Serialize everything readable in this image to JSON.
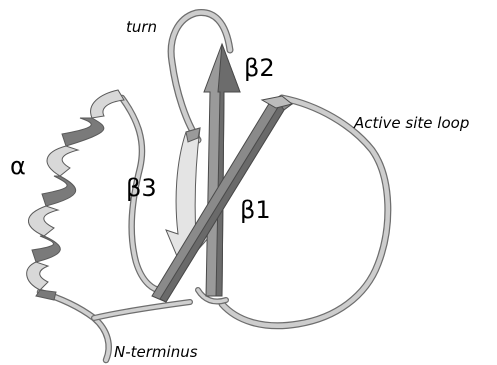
{
  "labels": {
    "turn": "turn",
    "beta2": "β2",
    "active_site_loop": "Active site loop",
    "alpha": "α",
    "beta3": "β3",
    "beta1": "β1",
    "n_terminus": "N-terminus"
  },
  "colors": {
    "coil": "#c8c8c8",
    "coil_edge": "#6e6e6e",
    "strand_dark": "#777777",
    "strand_light": "#e4e4e4",
    "helix_light": "#d8d8d8",
    "helix_dark": "#7a7a7a",
    "label": "#000000"
  }
}
